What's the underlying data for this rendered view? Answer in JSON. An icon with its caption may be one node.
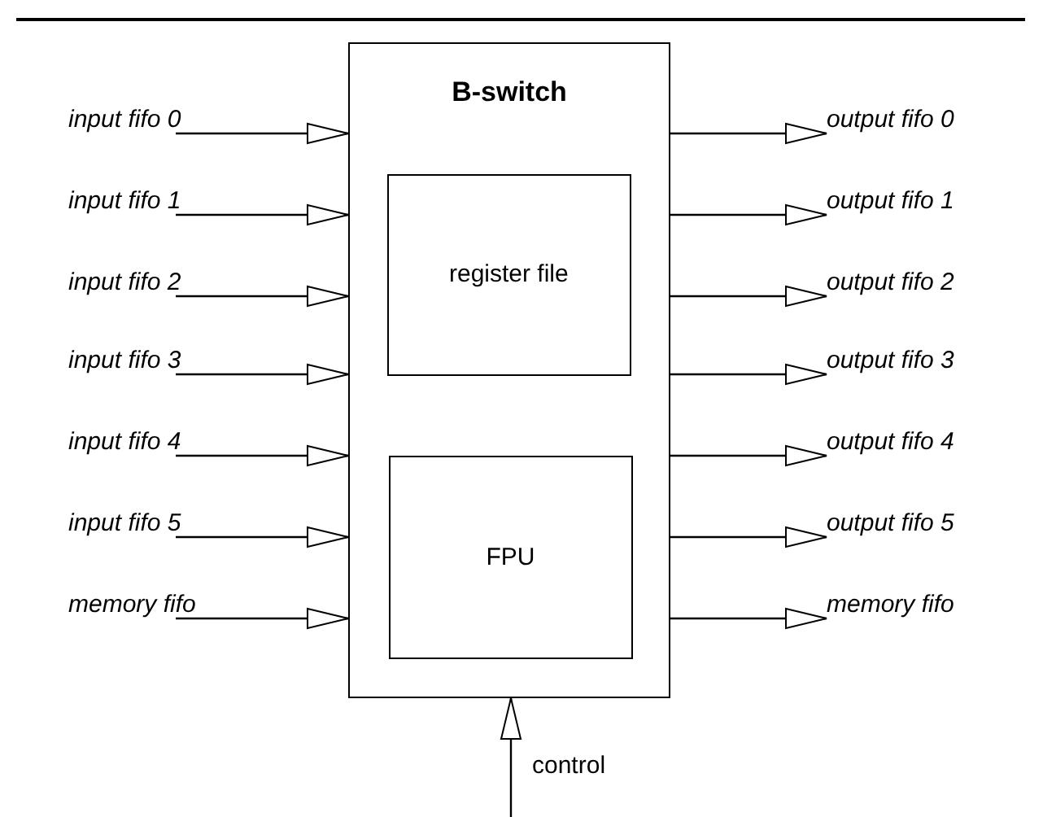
{
  "diagram": {
    "nodes": [
      {
        "text": [
          "B-switch"
        ]
      },
      {
        "text": [
          "register file"
        ],
        "in": 0
      },
      {
        "text": [
          "FPU"
        ],
        "in": 0
      },
      {
        "text": [
          "input fifo 0"
        ]
      },
      {
        "text": [
          "input fifo 1"
        ]
      },
      {
        "text": [
          "input fifo 2"
        ]
      },
      {
        "text": [
          "input fifo 3"
        ]
      },
      {
        "text": [
          "input fifo 4"
        ]
      },
      {
        "text": [
          "input fifo 5"
        ]
      },
      {
        "text": [
          "memory fifo"
        ]
      },
      {
        "text": [
          "output fifo 0"
        ]
      },
      {
        "text": [
          "output fifo 1"
        ]
      },
      {
        "text": [
          "output fifo 2"
        ]
      },
      {
        "text": [
          "output fifo 3"
        ]
      },
      {
        "text": [
          "output fifo 4"
        ]
      },
      {
        "text": [
          "output fifo 5"
        ]
      },
      {
        "text": [
          "memory fifo"
        ]
      }
    ],
    "edges": [
      {
        "from": 3,
        "to": 0,
        "arrow": "to"
      },
      {
        "from": 4,
        "to": 0,
        "arrow": "to"
      },
      {
        "from": 5,
        "to": 0,
        "arrow": "to"
      },
      {
        "from": 6,
        "to": 0,
        "arrow": "to"
      },
      {
        "from": 7,
        "to": 0,
        "arrow": "to"
      },
      {
        "from": 8,
        "to": 0,
        "arrow": "to"
      },
      {
        "from": 9,
        "to": 0,
        "arrow": "to"
      },
      {
        "from": 0,
        "to": 10,
        "arrow": "to"
      },
      {
        "from": 0,
        "to": 11,
        "arrow": "to"
      },
      {
        "from": 0,
        "to": 12,
        "arrow": "to"
      },
      {
        "from": 0,
        "to": 13,
        "arrow": "to"
      },
      {
        "from": 0,
        "to": 14,
        "arrow": "to"
      },
      {
        "from": 0,
        "to": 15,
        "arrow": "to"
      },
      {
        "from": 0,
        "to": 16,
        "arrow": "to"
      },
      {
        "from": null,
        "to": 0,
        "arrow": "to",
        "label": "control"
      }
    ]
  }
}
